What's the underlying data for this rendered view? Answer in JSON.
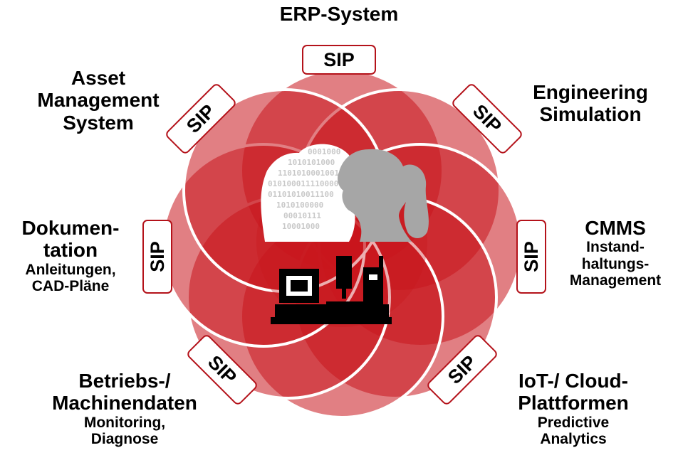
{
  "colors": {
    "petal": "#c8161d",
    "sip_border": "#b4121a",
    "silhouette": "#a6a6a6"
  },
  "nodes": {
    "erp": {
      "title": "ERP-System"
    },
    "asset": {
      "line1": "Asset",
      "line2": "Management",
      "line3": "System"
    },
    "engineering": {
      "line1": "Engineering",
      "line2": "Simulation"
    },
    "dokumentation": {
      "line1": "Dokumen-",
      "line2": "tation",
      "sub1": "Anleitungen,",
      "sub2": "CAD-Pläne"
    },
    "cmms": {
      "line1": "CMMS",
      "sub1": "Instand-",
      "sub2": "haltungs-",
      "sub3": "Management"
    },
    "betriebs": {
      "line1": "Betriebs-/",
      "line2": "Machinendaten",
      "sub1": "Monitoring,",
      "sub2": "Diagnose"
    },
    "iot": {
      "line1": "IoT-/ Cloud-",
      "line2": "Plattformen",
      "sub1": "Predictive",
      "sub2": "Analytics"
    }
  },
  "sip_label": "SIP",
  "binary_text": [
    "0001000",
    "1010101000",
    "1101010001001",
    "010100011110000",
    "01101010011100",
    "1010100000",
    "00010111",
    "10001000"
  ],
  "icons": {
    "people": "two-person-silhouettes-icon",
    "machine": "cnc-machine-icon"
  }
}
